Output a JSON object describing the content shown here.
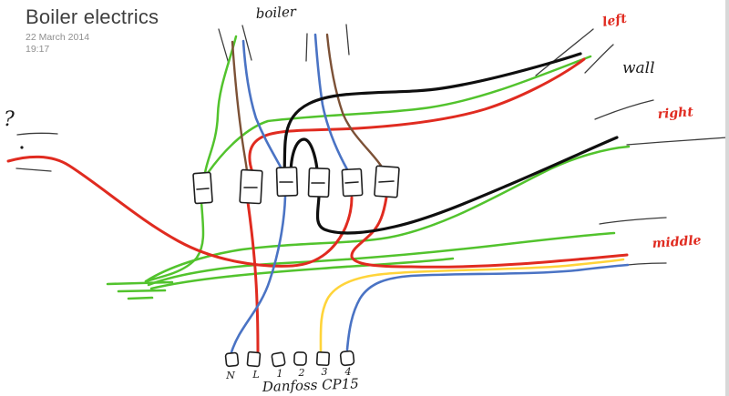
{
  "page": {
    "title": "Boiler electrics",
    "date": "22 March 2014",
    "time": "19:17"
  },
  "annotations": {
    "boiler": "boiler",
    "left": "left",
    "wall": "wall",
    "right": "right",
    "middle": "middle",
    "question_mark": "?",
    "device": "Danfoss CP15"
  },
  "danfoss_terminals": [
    "N",
    "L",
    "1",
    "2",
    "3",
    "4"
  ],
  "terminal_strip": {
    "block_count": "6"
  },
  "palette": {
    "red": "#e02b20",
    "green": "#52c32d",
    "blue": "#4a73c4",
    "yellow": "#ffd43a",
    "black": "#0f0f0f",
    "brown": "#7c5136",
    "sheath": "#3c3c3c",
    "block_stroke": "#1f1f1f",
    "label_red": "#e02b20",
    "earth_green": "#52c32d"
  }
}
